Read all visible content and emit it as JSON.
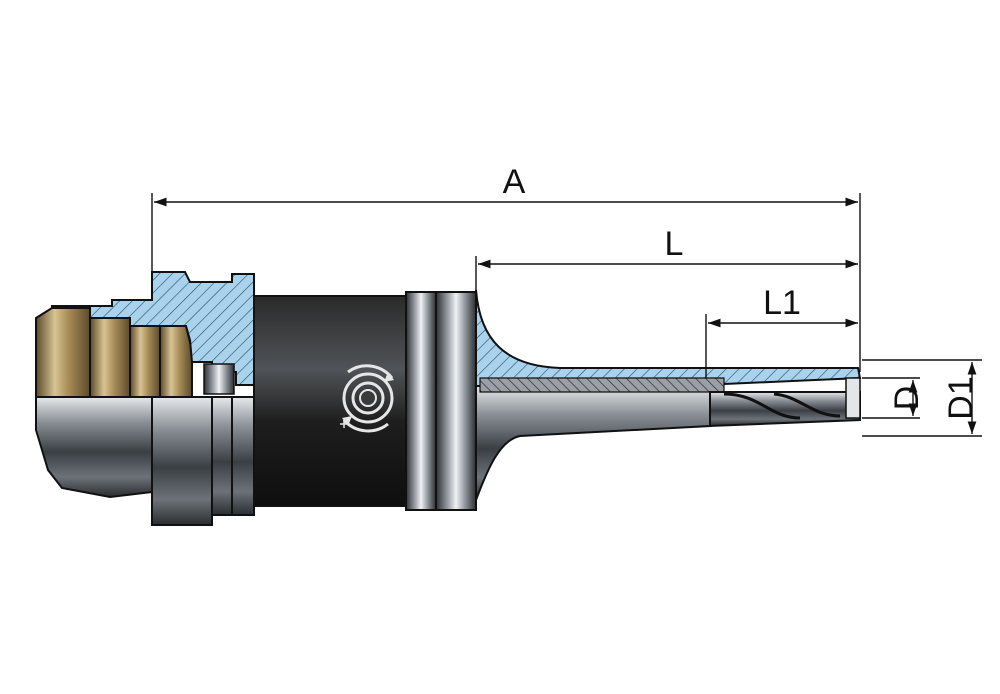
{
  "dimensions": {
    "overall_length": "A",
    "gauge_length": "L",
    "clamping_length": "L1",
    "bore_diameter": "D",
    "outer_diameter": "D1"
  },
  "colors": {
    "section_blue": "#a9d3ec",
    "hatch": "#2a4a63",
    "brass": "#b49a62",
    "steel_dark": "#1c1c1c",
    "steel_light": "#c9ced3",
    "outline": "#111111"
  },
  "icons": [
    "rotation-direction-icon"
  ]
}
